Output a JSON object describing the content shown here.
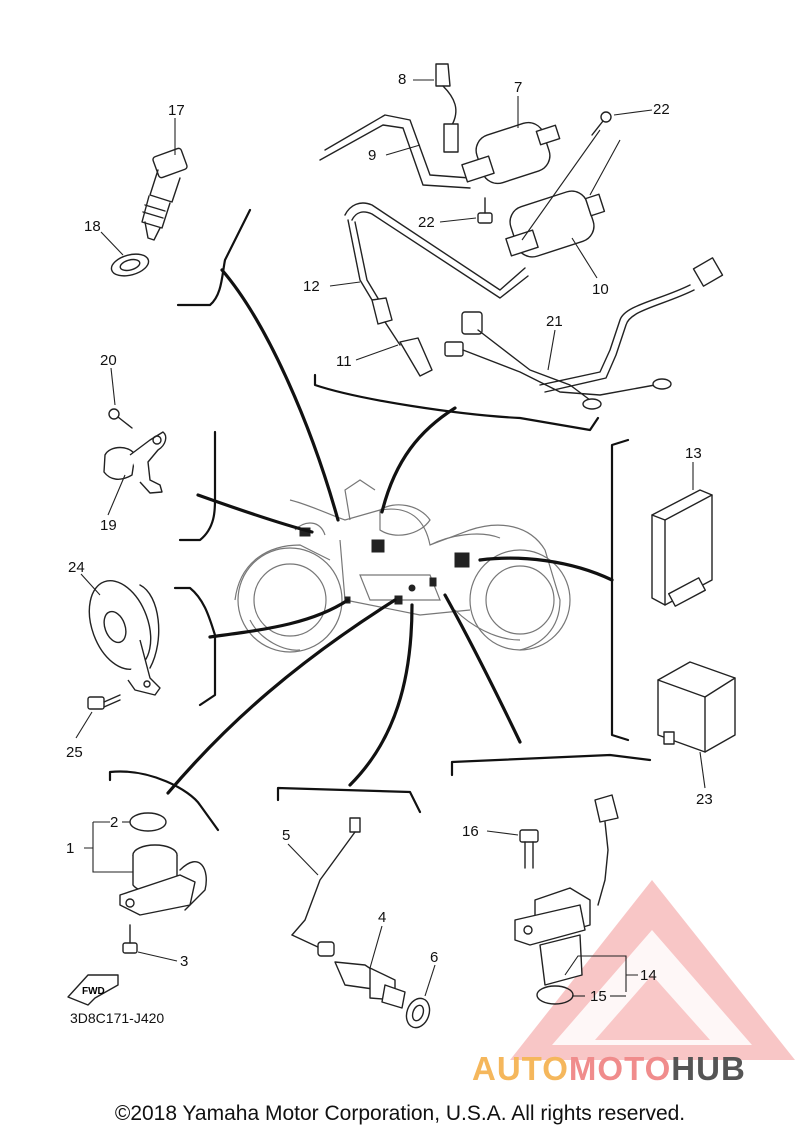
{
  "diagram": {
    "drawing_code": "3D8C171-J420",
    "fwd_label": "FWD",
    "copyright": "©2018 Yamaha Motor Corporation, U.S.A. All rights reserved.",
    "watermark": {
      "part1": "AUTO",
      "part2": "MOTO",
      "part3": "HUB"
    },
    "callouts": {
      "c1": "1",
      "c2": "2",
      "c3": "3",
      "c4": "4",
      "c5": "5",
      "c6": "6",
      "c7": "7",
      "c8": "8",
      "c9": "9",
      "c10": "10",
      "c11": "11",
      "c12": "12",
      "c13": "13",
      "c14": "14",
      "c15": "15",
      "c16": "16",
      "c17": "17",
      "c18": "18",
      "c19": "19",
      "c20": "20",
      "c21": "21",
      "c22a": "22",
      "c22b": "22",
      "c23": "23",
      "c24": "24",
      "c25": "25"
    }
  },
  "colors": {
    "watermark_red": "#f08c8c",
    "watermark_orange": "#f5b75c",
    "watermark_gray": "#555555"
  }
}
